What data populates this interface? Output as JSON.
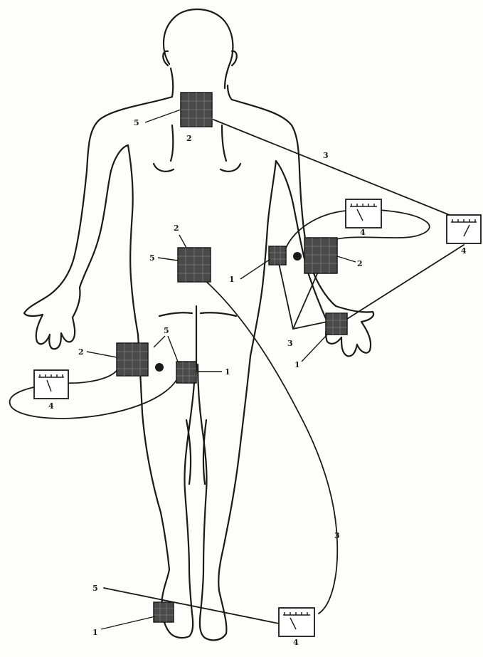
{
  "labels": {
    "neck_5": "5",
    "neck_2": "2",
    "neck_wire_3": "3",
    "back_2": "2",
    "back_5": "5",
    "arm_1": "1",
    "arm_2": "2",
    "arm_3": "3",
    "hand_1": "1",
    "arm_meter_4": "4",
    "right_meter_4": "4",
    "hip_5": "5",
    "hip_2": "2",
    "hip_1": "1",
    "hip_meter_4": "4",
    "leg_wire_3": "3",
    "foot_5": "5",
    "foot_1": "1",
    "foot_meter_4": "4"
  },
  "colors": {
    "ink": "#1a1a1a",
    "pad": "#4a4a4a",
    "paper": "#fdfdfc"
  }
}
